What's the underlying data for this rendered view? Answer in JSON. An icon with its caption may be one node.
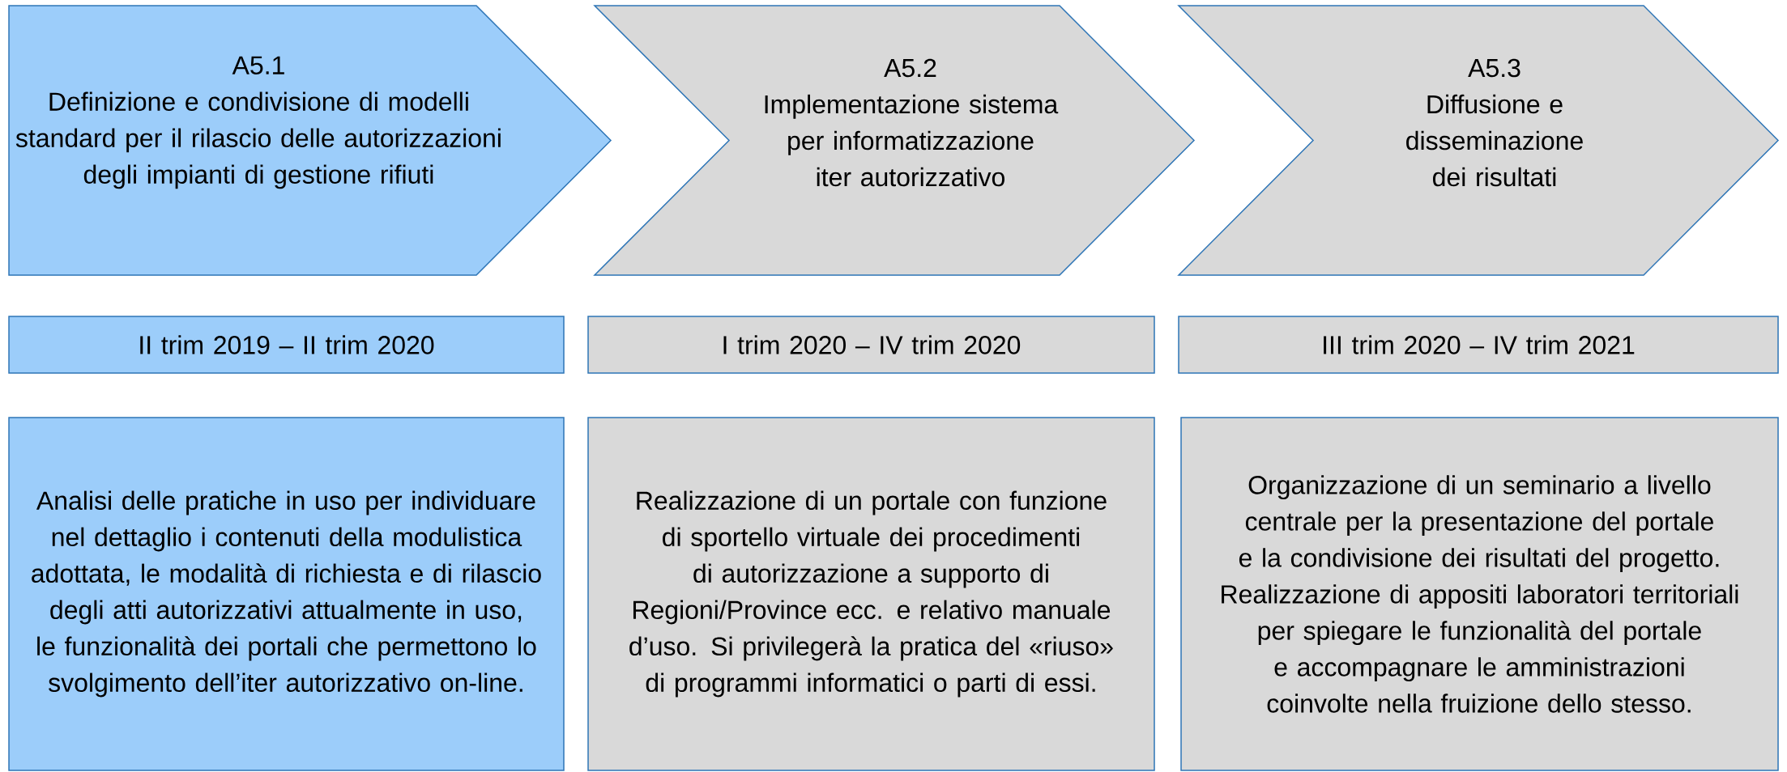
{
  "diagram": {
    "nodes": [
      {
        "text": [
          "A5.1",
          "Definizione e condivisione di modelli standard per il rilascio delle autorizzazioni degli impianti di gestione rifiuti"
        ]
      },
      {
        "text": [
          "A5.2",
          "Implementazione sistema per informatizzazione iter autorizzativo"
        ]
      },
      {
        "text": [
          "A5.3",
          "Diffusione e disseminazione dei risultati"
        ]
      },
      {
        "text": [
          "II trim 2019 – II trim 2020"
        ]
      },
      {
        "text": [
          "I trim 2020 – IV trim 2020"
        ]
      },
      {
        "text": [
          "III trim 2020 – IV trim 2021"
        ]
      },
      {
        "text": [
          "Analisi delle pratiche in uso per individuare nel dettaglio i contenuti della modulistica adottata, le modalità di richiesta e di rilascio degli atti autorizzativi attualmente in uso, le funzionalità dei portali che permettono lo svolgimento dell’iter autorizzativo on-line."
        ]
      },
      {
        "text": [
          "Realizzazione di un portale con funzione di sportello virtuale dei procedimenti di autorizzazione a supporto di Regioni/Province ecc. e relativo manuale d’uso. Si privilegerà la pratica del «riuso» di programmi informatici o parti di essi."
        ]
      },
      {
        "text": [
          "Organizzazione di un seminario a livello centrale per la presentazione del portale e la condivisione dei risultati del progetto. Realizzazione di appositi laboratori territoriali per spiegare le funzionalità del portale e accompagnare le amministrazioni coinvolte nella fruizione dello stesso."
        ]
      }
    ],
    "edges": []
  }
}
